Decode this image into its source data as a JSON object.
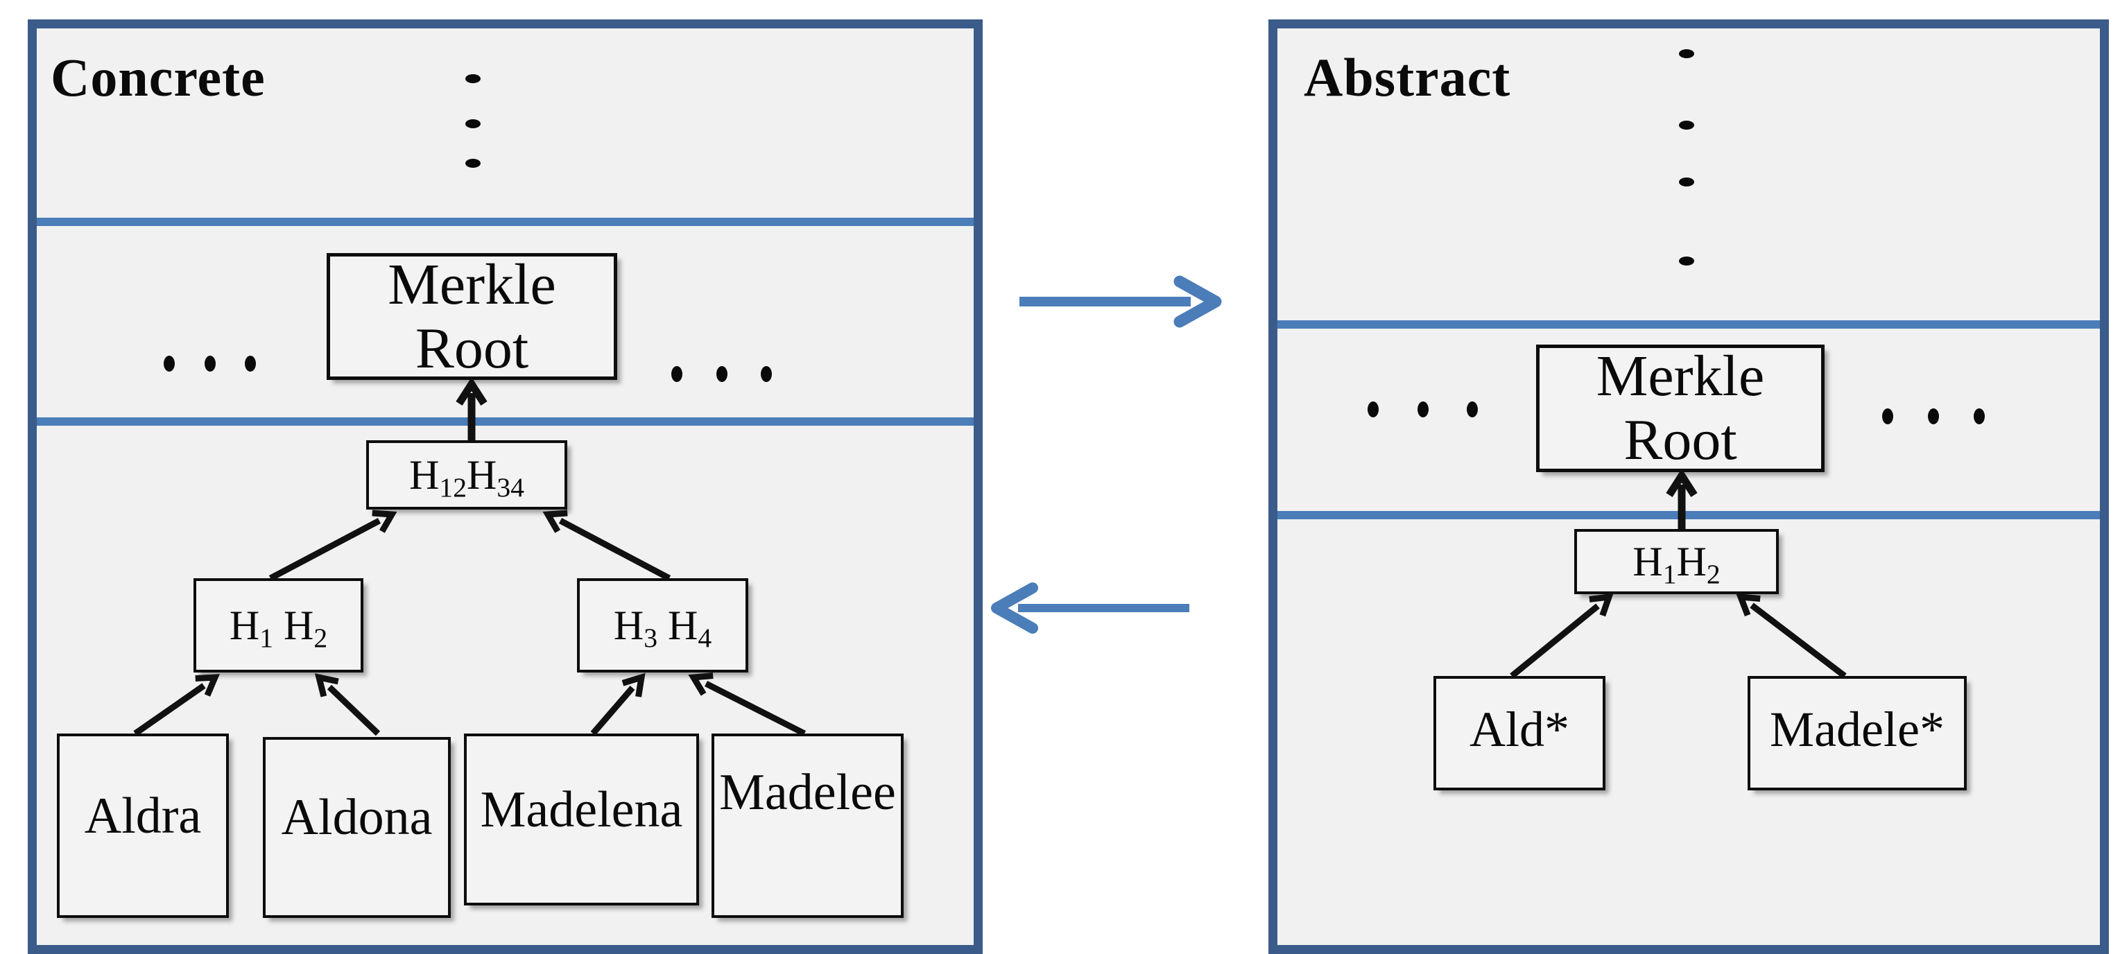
{
  "concrete": {
    "title": "Concrete",
    "merkle_root": {
      "line1": "Merkle",
      "line2": "Root"
    },
    "h1234": {
      "b1": "H",
      "s1": "12",
      "b2": "H",
      "s2": "34"
    },
    "h12": {
      "b1": "H",
      "s1": "1",
      "b2": " H",
      "s2": "2"
    },
    "h34": {
      "b1": "H",
      "s1": "3",
      "b2": " H",
      "s2": "4"
    },
    "leaves": [
      "Aldra",
      "Aldona",
      "Madelena",
      "Madelee"
    ]
  },
  "abstract": {
    "title": "Abstract",
    "merkle_root": {
      "line1": "Merkle",
      "line2": "Root"
    },
    "h12": {
      "b1": "H",
      "s1": "1",
      "b2": "H",
      "s2": "2"
    },
    "leaves": [
      "Ald*",
      "Madele*"
    ]
  },
  "colors": {
    "panel_border": "#3b5c8a",
    "accent_line": "#4b7db9",
    "arrow": "#4b7db9",
    "panel_bg": "#f1f1f1",
    "node_border": "#0d0d0d"
  }
}
